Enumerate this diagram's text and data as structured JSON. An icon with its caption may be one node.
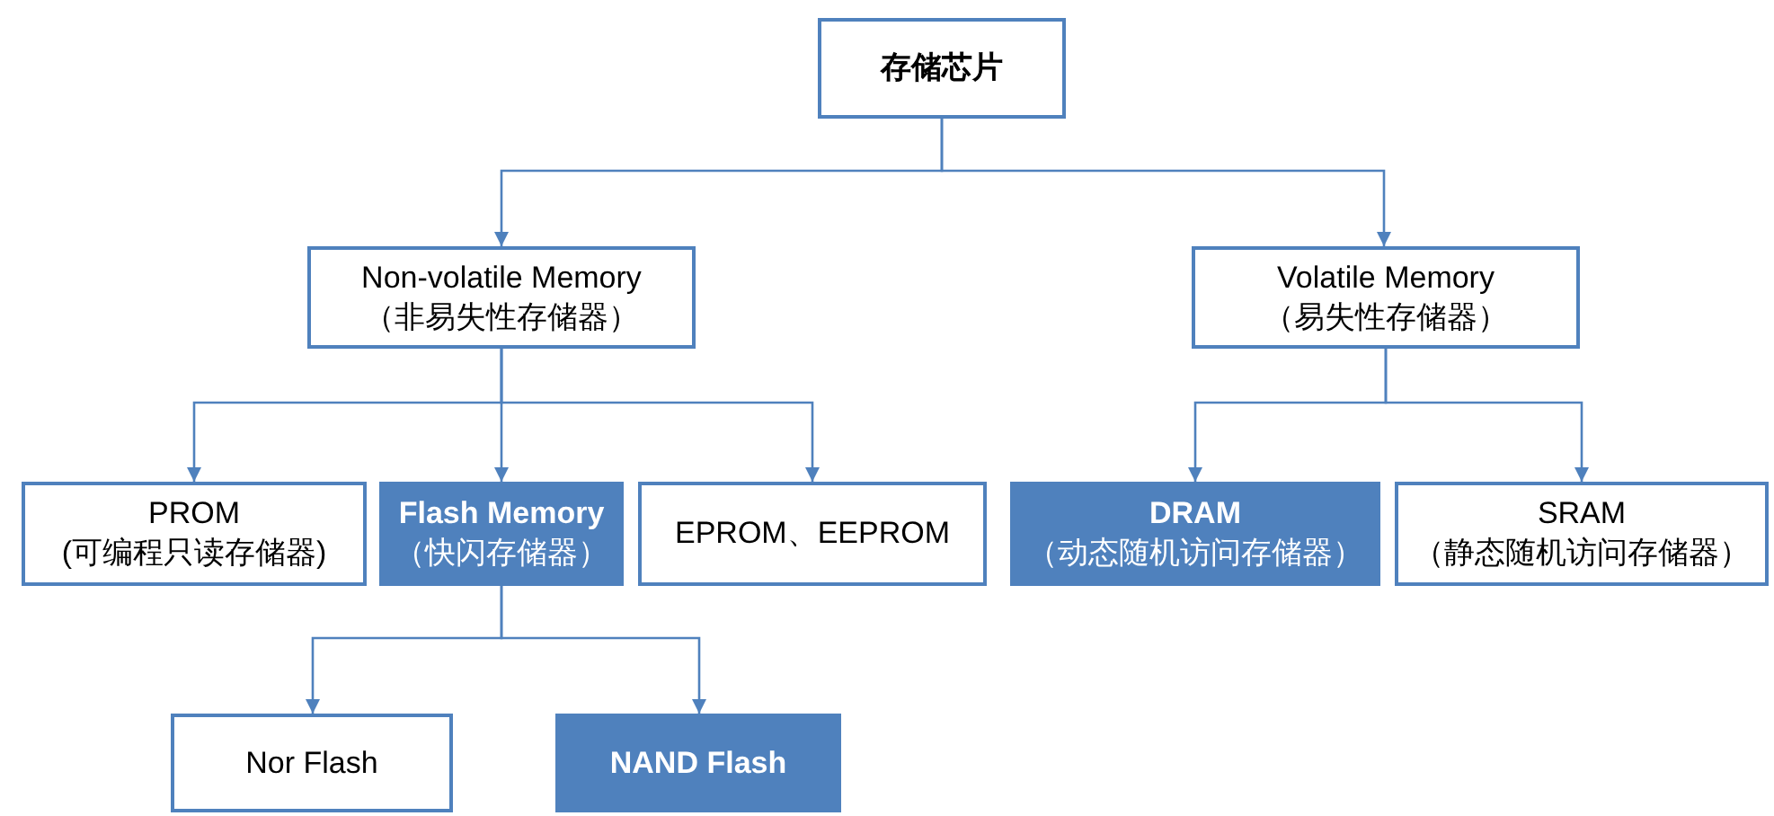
{
  "diagram": {
    "nodes": [
      {
        "text": [
          "存储芯片"
        ]
      },
      {
        "text": [
          "Non-volatile Memory",
          "（非易失性存储器）"
        ]
      },
      {
        "text": [
          "Volatile Memory",
          "（易失性存储器）"
        ]
      },
      {
        "text": [
          "PROM",
          "(可编程只读存储器)"
        ]
      },
      {
        "text": [
          "Flash Memory",
          "（快闪存储器）"
        ]
      },
      {
        "text": [
          "EPROM、EEPROM"
        ]
      },
      {
        "text": [
          "DRAM",
          "（动态随机访问存储器）"
        ]
      },
      {
        "text": [
          "SRAM",
          "（静态随机访问存储器）"
        ]
      },
      {
        "text": [
          "Nor Flash"
        ]
      },
      {
        "text": [
          "NAND Flash"
        ]
      }
    ],
    "edges": [
      {
        "from": 0,
        "to": 1,
        "arrow": "to"
      },
      {
        "from": 0,
        "to": 2,
        "arrow": "to"
      },
      {
        "from": 1,
        "to": 3,
        "arrow": "to"
      },
      {
        "from": 1,
        "to": 4,
        "arrow": "to"
      },
      {
        "from": 1,
        "to": 5,
        "arrow": "to"
      },
      {
        "from": 2,
        "to": 6,
        "arrow": "to"
      },
      {
        "from": 2,
        "to": 7,
        "arrow": "to"
      },
      {
        "from": 4,
        "to": 8,
        "arrow": "to"
      },
      {
        "from": 4,
        "to": 9,
        "arrow": "to"
      }
    ]
  }
}
